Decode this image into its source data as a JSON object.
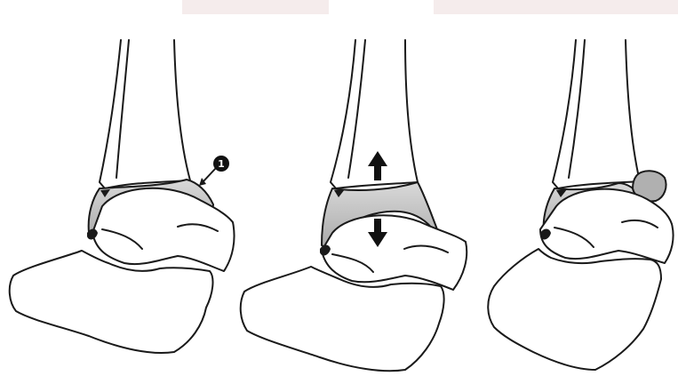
{
  "figure": {
    "panels": [
      {
        "id": "panel-1",
        "callout": {
          "label": "1"
        }
      },
      {
        "id": "panel-2"
      },
      {
        "id": "panel-3"
      }
    ],
    "colors": {
      "background": "#ffffff",
      "bone_fill": "#ffffff",
      "outline": "#1a1a1a",
      "shading": "#c8c8c8",
      "shading_dark": "#a9a9a9",
      "top_strip": "#f5ecec"
    },
    "icons": [
      "arrow-up-icon",
      "arrow-down-icon",
      "numbered-callout-icon"
    ]
  }
}
